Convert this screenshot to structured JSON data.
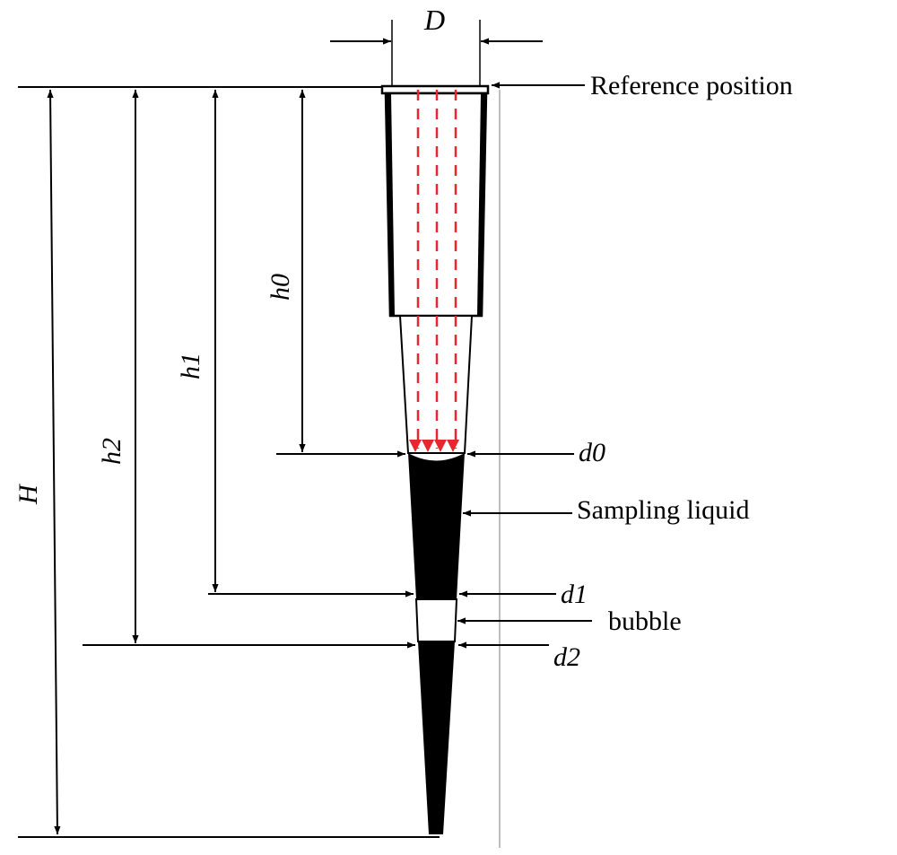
{
  "labels": {
    "D": "D",
    "reference_position": "Reference position",
    "h0": "h0",
    "h1": "h1",
    "h2": "h2",
    "H": "H",
    "d0": "d0",
    "sampling_liquid": "Sampling liquid",
    "d1": "d1",
    "bubble": "bubble",
    "d2": "d2"
  },
  "colors": {
    "line": "#000000",
    "liquid": "#000000",
    "dashes": "#e8262b",
    "guide": "#bfbfbf",
    "background": "#ffffff"
  }
}
